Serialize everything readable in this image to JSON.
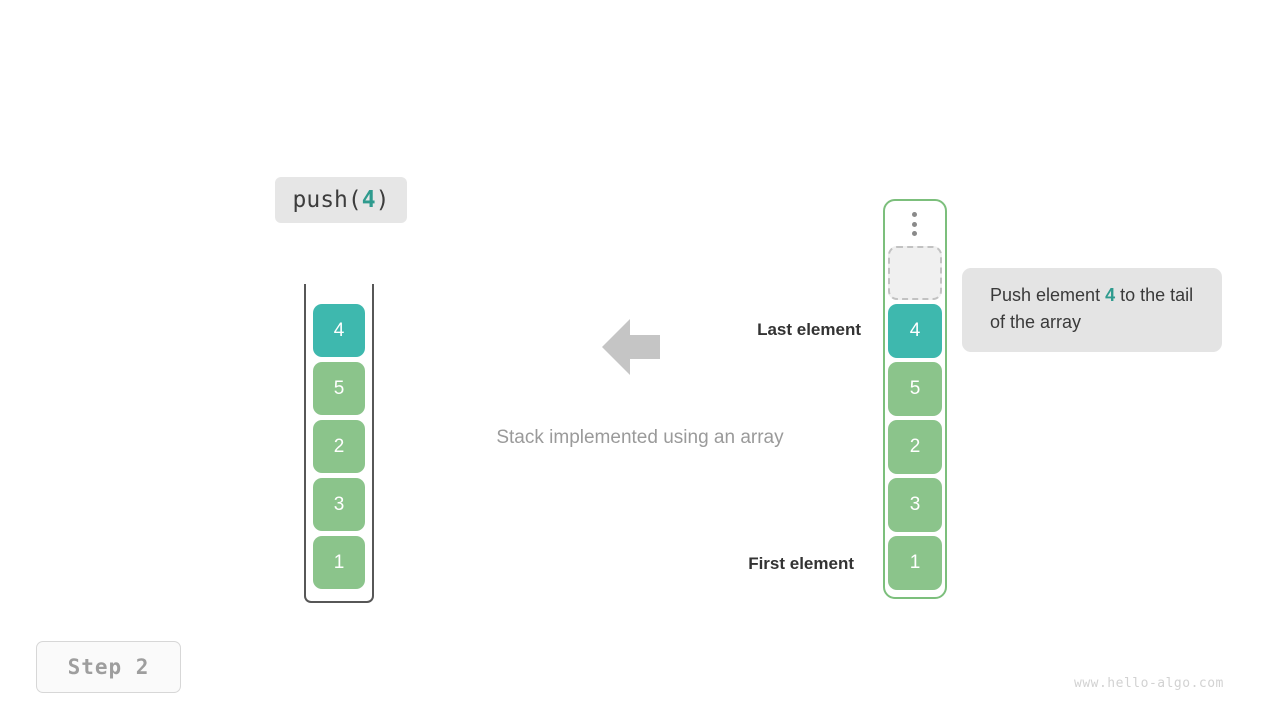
{
  "figure": {
    "title": "Stack implemented using an array",
    "step_label": "Step 2",
    "watermark": "www.hello-algo.com"
  },
  "operation": {
    "name": "push",
    "open_paren": "(",
    "argument": "4",
    "close_paren": ")"
  },
  "stack": {
    "caption": "Stack implemented using an array",
    "last_element_label": "Last element",
    "first_element_label": "First element",
    "cells": [
      {
        "value": "4",
        "color": "teal"
      },
      {
        "value": "5",
        "color": "green"
      },
      {
        "value": "2",
        "color": "green"
      },
      {
        "value": "3",
        "color": "green"
      },
      {
        "value": "1",
        "color": "green"
      }
    ]
  },
  "array": {
    "ellipsis": "vertical-ellipsis",
    "cells": [
      {
        "value": "",
        "color": "empty"
      },
      {
        "value": "4",
        "color": "teal"
      },
      {
        "value": "5",
        "color": "green"
      },
      {
        "value": "2",
        "color": "green"
      },
      {
        "value": "3",
        "color": "green"
      },
      {
        "value": "1",
        "color": "green"
      }
    ]
  },
  "tooltip": {
    "text_before": "Push element ",
    "accent": "4",
    "text_after": " to the tail of the array"
  },
  "colors": {
    "teal": "#3eb8ae",
    "green": "#8bc48b",
    "accent_text": "#2f9b8e",
    "arrow_gray": "#c5c5c5",
    "tooltip_bg": "#e4e4e4",
    "label_bg": "#e6e6e6",
    "array_border": "#7cbf7c",
    "stack_border": "#575757"
  },
  "icons": {
    "arrow": "arrow-left-icon",
    "ellipsis": "vertical-ellipsis-icon"
  }
}
